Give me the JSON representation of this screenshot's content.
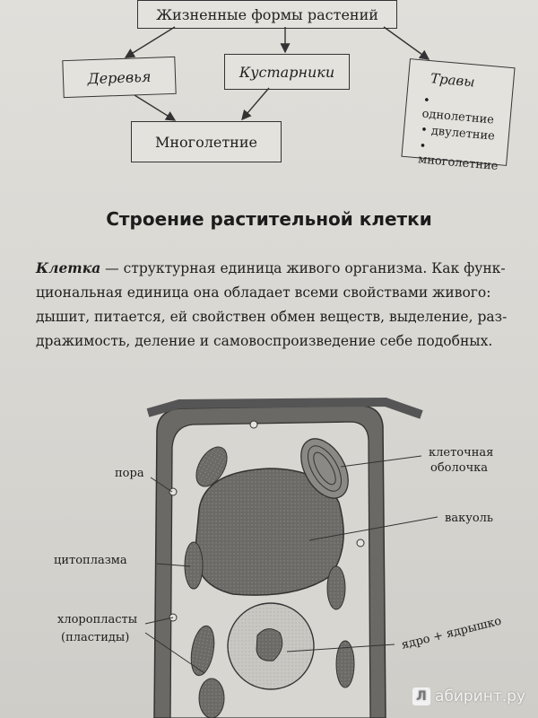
{
  "diagram": {
    "main_box": "Жизненные формы растений",
    "trees": "Деревья",
    "shrubs": "Кустарники",
    "perennial": "Многолетние",
    "grass": {
      "title": "Травы",
      "items": [
        "однолетние",
        "двулетние",
        "многолетние"
      ]
    }
  },
  "section": {
    "heading": "Строение растительной клетки",
    "term": "Клетка",
    "lines": [
      " — структурная единица живого организма. Как функ-",
      "циональная единица она обладает всеми свойствами живого:",
      "дышит, питается, ей свойствен обмен веществ, выделение, раз-",
      "дражимость, деление и самовоспроизведение себе подобных."
    ]
  },
  "cell_labels": {
    "pore": "пора",
    "cytoplasm": "цитоплазма",
    "chloroplasts": "хлоропласты",
    "plastids": "(пластиды)",
    "wall_line1": "клеточная",
    "wall_line2": "оболочка",
    "vacuole": "вакуоль",
    "nucleus": "ядро + ядрышко"
  },
  "watermark": {
    "text": "абиринт.ру",
    "icon_letter": "Л"
  }
}
